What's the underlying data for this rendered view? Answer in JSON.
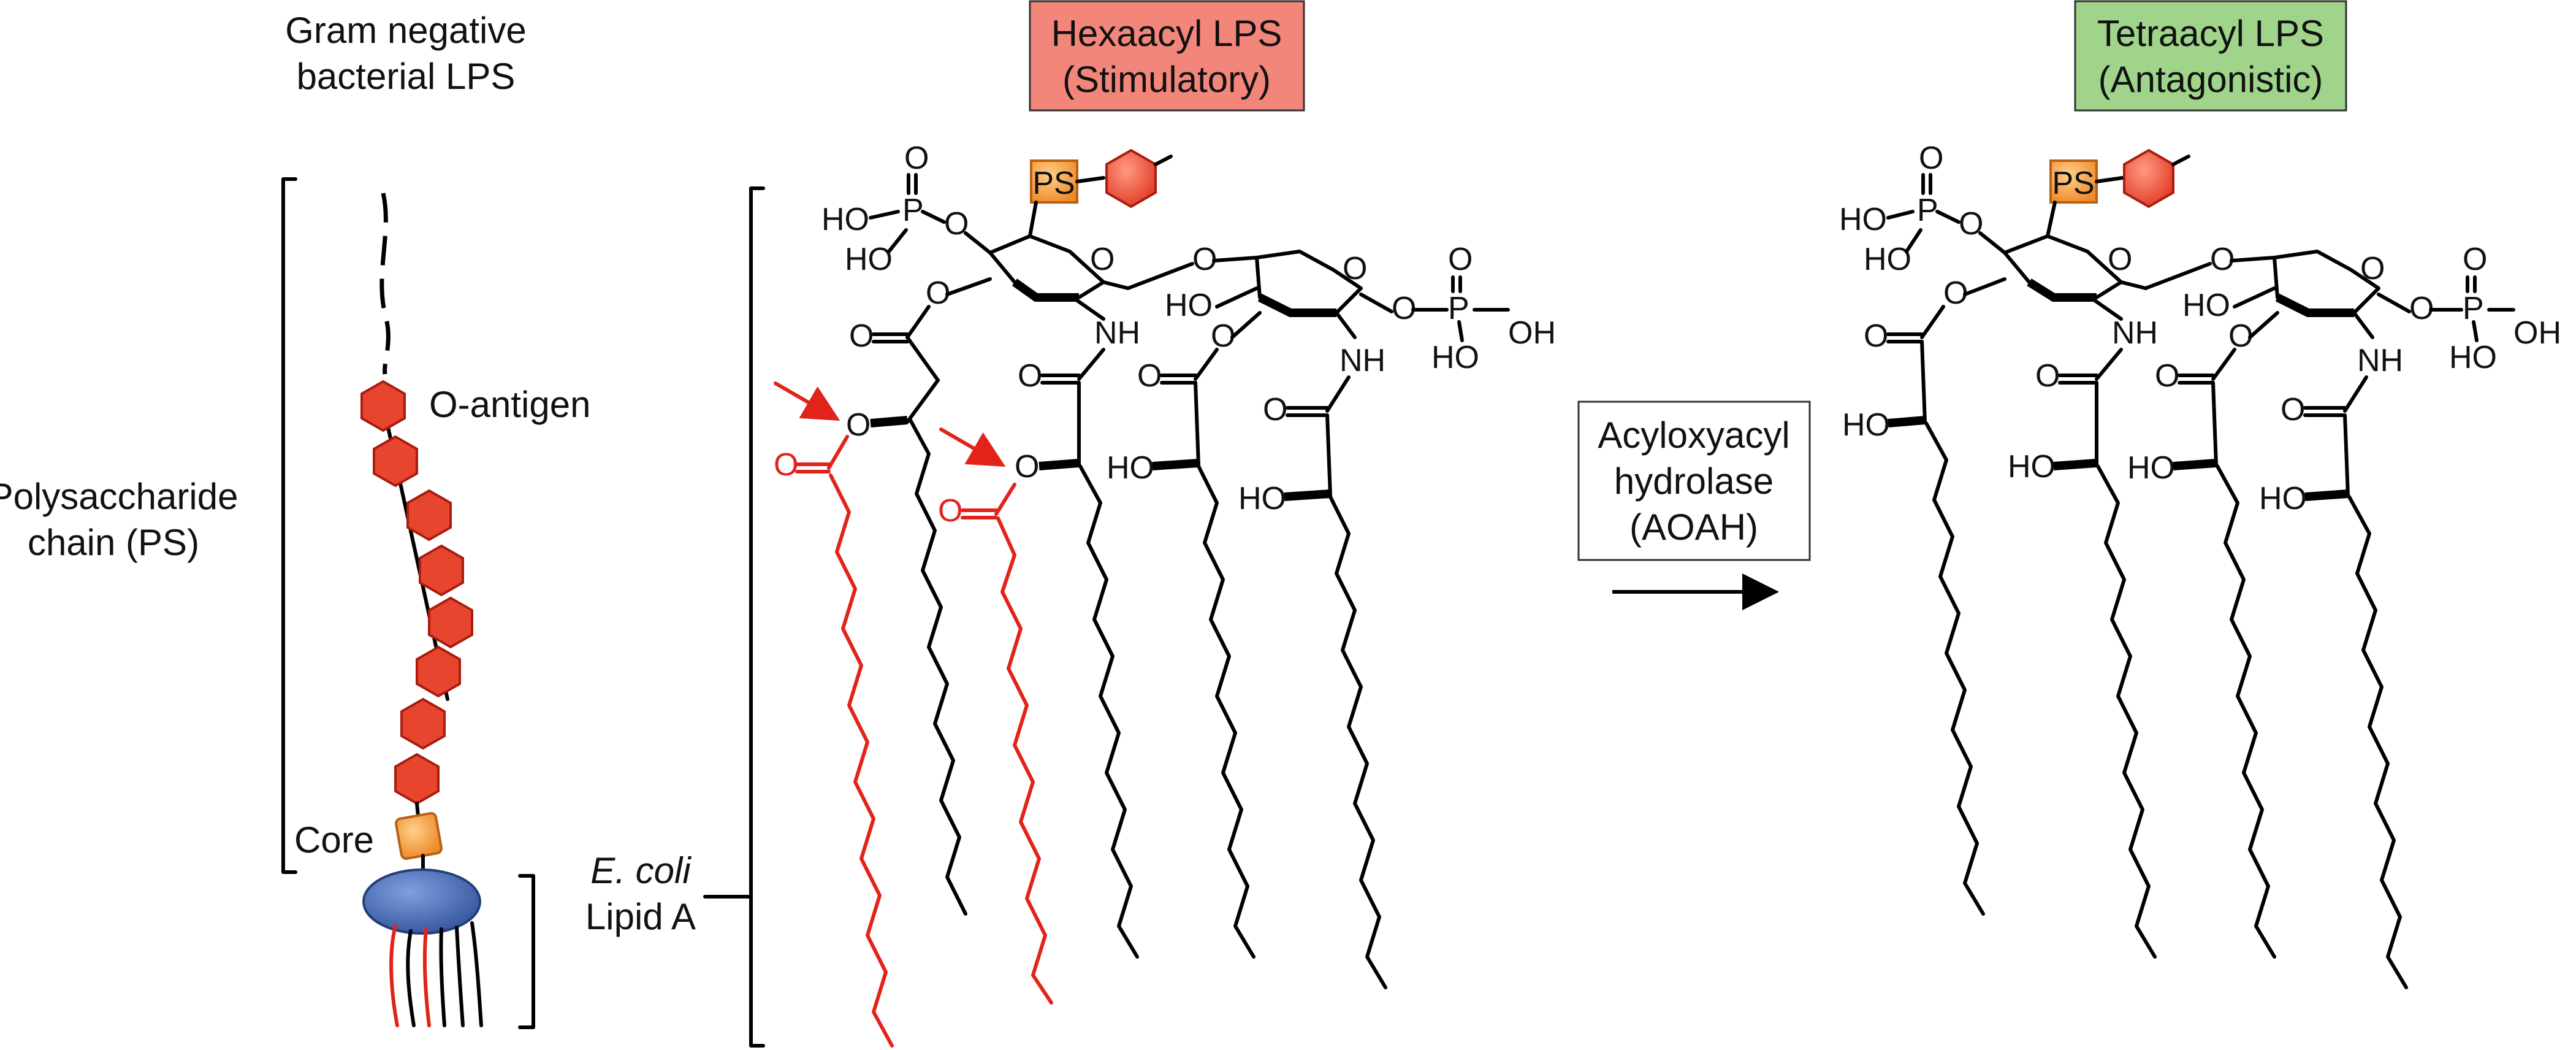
{
  "left_panel": {
    "title_line1": "Gram negative",
    "title_line2": "bacterial LPS",
    "ps_line1": "Polysaccharide",
    "ps_line2": "chain (PS)",
    "o_antigen": "O-antigen",
    "core": "Core",
    "lipid_a_line1": "E. coli",
    "lipid_a_line2": "Lipid A"
  },
  "hexaacyl": {
    "header_line1": "Hexaacyl LPS",
    "header_line2": "(Stimulatory)",
    "header_color": "#f3867a",
    "ps_tag": "PS"
  },
  "tetraacyl": {
    "header_line1": "Tetraacyl LPS",
    "header_line2": "(Antagonistic)",
    "header_color": "#9fd48a",
    "ps_tag": "PS"
  },
  "enzyme": {
    "line1": "Acyloxyacyl",
    "line2": "hydrolase",
    "line3": "(AOAH)"
  },
  "atoms": {
    "HO": "HO",
    "OH": "OH",
    "O": "O",
    "P": "P",
    "NH": "NH"
  },
  "colors": {
    "hexose": "#e8452f",
    "core_sugar": "#f29a3a",
    "lipid_a_body": "#3e5fa8",
    "cleaved_chain": "#e2231a"
  }
}
